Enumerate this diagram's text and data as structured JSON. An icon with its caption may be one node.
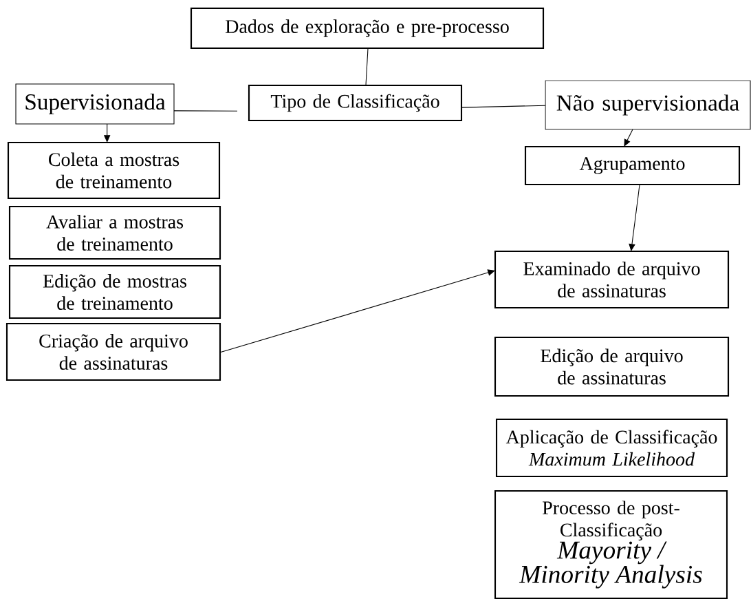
{
  "diagram": {
    "nodes": [
      {
        "text": [
          "Dados de exploração e pre-processo"
        ]
      },
      {
        "text": [
          "Supervisionada"
        ]
      },
      {
        "text": [
          "Tipo de Classificação"
        ]
      },
      {
        "text": [
          "Não supervisionada"
        ]
      },
      {
        "text": [
          "Coleta a mostras de treinamento"
        ]
      },
      {
        "text": [
          "Agrupamento"
        ]
      },
      {
        "text": [
          "Avaliar a mostras de treinamento"
        ]
      },
      {
        "text": [
          "Examinado de arquivo de assinaturas"
        ]
      },
      {
        "text": [
          "Edição de mostras de treinamento"
        ]
      },
      {
        "text": [
          "Criação de arquivo de assinaturas"
        ]
      },
      {
        "text": [
          "Edição de arquivo de assinaturas"
        ]
      },
      {
        "text": [
          "Aplicação de Classificação",
          "Maximum Likelihood"
        ]
      },
      {
        "text": [
          "Processo de post-Classificação",
          "Mayority / Minority Analysis"
        ]
      }
    ],
    "edges": [
      {
        "from": 0,
        "to": 2,
        "arrow": "none"
      },
      {
        "from": 1,
        "to": 2,
        "arrow": "none"
      },
      {
        "from": 2,
        "to": 3,
        "arrow": "none"
      },
      {
        "from": 1,
        "to": 4,
        "arrow": "to"
      },
      {
        "from": 3,
        "to": 5,
        "arrow": "to"
      },
      {
        "from": 5,
        "to": 7,
        "arrow": "to"
      },
      {
        "from": 9,
        "to": 7,
        "arrow": "to"
      }
    ]
  }
}
